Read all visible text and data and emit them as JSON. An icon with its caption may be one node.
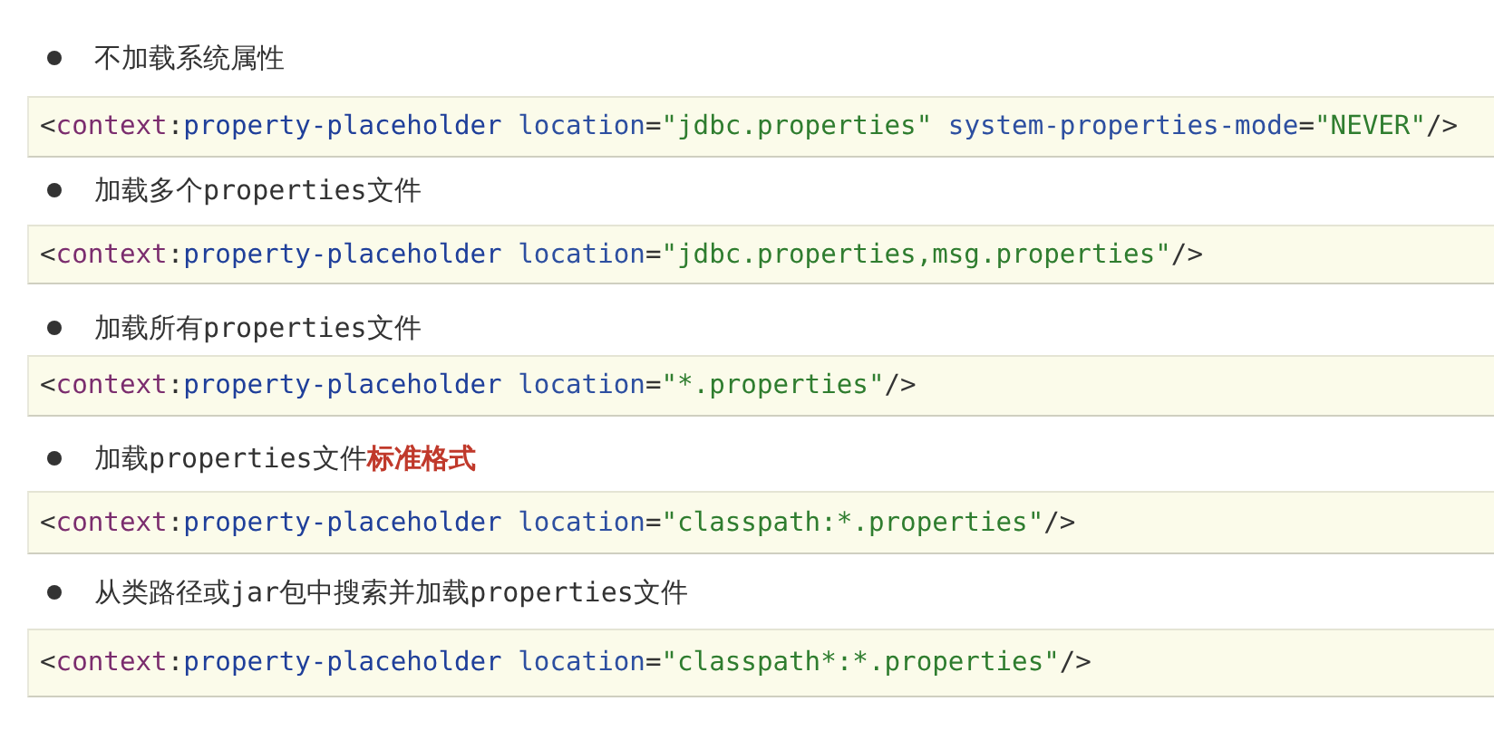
{
  "diagram": {
    "labels": [
      "不加载系统属性",
      "加载多个properties文件",
      "加载所有properties文件",
      "加载properties文件**标准格式**",
      "从类路径或jar包中搜索并加载properties文件"
    ],
    "nodes": [
      {
        "text": [
          "<context:property-placeholder location=\"jdbc.properties\" system-properties-mode=\"NEVER\"/>"
        ]
      },
      {
        "text": [
          "<context:property-placeholder location=\"jdbc.properties,msg.properties\"/>"
        ]
      },
      {
        "text": [
          "<context:property-placeholder location=\"*.properties\"/>"
        ]
      },
      {
        "text": [
          "<context:property-placeholder location=\"classpath:*.properties\"/>"
        ]
      },
      {
        "text": [
          "<context:property-placeholder location=\"classpath*:*.properties\"/>"
        ]
      }
    ]
  }
}
